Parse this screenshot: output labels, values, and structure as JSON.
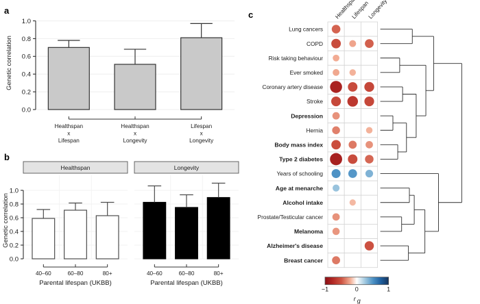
{
  "figure": {
    "panel_a_letter": "a",
    "panel_b_letter": "b",
    "panel_c_letter": "c"
  },
  "chart_data": [
    {
      "id": "panel_a",
      "type": "bar",
      "title": "",
      "xlabel": "",
      "ylabel": "Genetic correlation",
      "ylim": [
        0.0,
        1.05
      ],
      "yticks": [
        "0.0",
        "0.2",
        "0.4",
        "0.6",
        "0.8",
        "1.0"
      ],
      "ytick_values": [
        0.0,
        0.2,
        0.4,
        0.6,
        0.8,
        1.0
      ],
      "grid": true,
      "bar_fill": "#c9c9c9",
      "bar_stroke": "#333333",
      "categories": [
        "Healthspan\nx\nLifespan",
        "Healthspan\nx\nLongevity",
        "Lifespan\nx\nLongevity"
      ],
      "category_lines": [
        [
          "Healthspan",
          "x",
          "Lifespan"
        ],
        [
          "Healthspan",
          "x",
          "Longevity"
        ],
        [
          "Lifespan",
          "x",
          "Longevity"
        ]
      ],
      "values": [
        0.7,
        0.51,
        0.81
      ],
      "err_upper": [
        0.78,
        0.68,
        0.97
      ],
      "err_lower": [
        0.7,
        0.51,
        0.81
      ]
    },
    {
      "id": "panel_b_healthspan",
      "type": "bar",
      "title": "Healthspan",
      "xlabel": "Parental lifespan (UKBB)",
      "ylabel": "Genetic correlation",
      "ylim": [
        0.0,
        1.12
      ],
      "yticks": [
        "0.0",
        "0.2",
        "0.4",
        "0.6",
        "0.8",
        "1.0"
      ],
      "ytick_values": [
        0.0,
        0.2,
        0.4,
        0.6,
        0.8,
        1.0
      ],
      "grid": true,
      "bar_fill": "#ffffff",
      "bar_stroke": "#4d4d4d",
      "categories": [
        "40–60",
        "60–80",
        "80+"
      ],
      "values": [
        0.59,
        0.71,
        0.63
      ],
      "err_upper": [
        0.72,
        0.815,
        0.825
      ],
      "err_lower": [
        0.59,
        0.71,
        0.63
      ]
    },
    {
      "id": "panel_b_longevity",
      "type": "bar",
      "title": "Longevity",
      "xlabel": "Parental lifespan (UKBB)",
      "ylabel": "",
      "ylim": [
        0.0,
        1.12
      ],
      "yticks": [
        "0.0",
        "0.2",
        "0.4",
        "0.6",
        "0.8",
        "1.0"
      ],
      "ytick_values": [
        0.0,
        0.2,
        0.4,
        0.6,
        0.8,
        1.0
      ],
      "grid": true,
      "bar_fill": "#000000",
      "bar_stroke": "#000000",
      "categories": [
        "40–60",
        "60–80",
        "80+"
      ],
      "values": [
        0.825,
        0.75,
        0.895
      ],
      "err_upper": [
        1.065,
        0.935,
        1.105
      ],
      "err_lower": [
        0.825,
        0.75,
        0.895
      ]
    },
    {
      "id": "panel_c",
      "type": "heatmap",
      "title": "",
      "legend_label": "rg",
      "legend_label_main": "r",
      "legend_label_sub": "g",
      "legend_ticks": [
        "−1",
        "0",
        "1"
      ],
      "legend_range": [
        -1,
        1
      ],
      "legend_colors": [
        "#8b0f16",
        "#c0392b",
        "#e8705a",
        "#f7bca6",
        "#ffffff",
        "#a9cfe3",
        "#4a90c4",
        "#1f5f9e",
        "#15355e"
      ],
      "columns": [
        "Healthspan",
        "Lifespan",
        "Longevity"
      ],
      "rows": [
        {
          "label": "Lung cancers",
          "bold": false,
          "values": [
            -0.46,
            null,
            null
          ]
        },
        {
          "label": "COPD",
          "bold": false,
          "values": [
            -0.55,
            -0.28,
            -0.47
          ]
        },
        {
          "label": "Risk taking behaviour",
          "bold": false,
          "values": [
            -0.26,
            null,
            null
          ]
        },
        {
          "label": "Ever smoked",
          "bold": false,
          "values": [
            -0.27,
            -0.24,
            null
          ]
        },
        {
          "label": "Coronary artery disease",
          "bold": false,
          "values": [
            -0.8,
            -0.55,
            -0.58
          ]
        },
        {
          "label": "Stroke",
          "bold": false,
          "values": [
            -0.57,
            -0.66,
            -0.57
          ]
        },
        {
          "label": "Depression",
          "bold": true,
          "values": [
            -0.33,
            null,
            null
          ]
        },
        {
          "label": "Hernia",
          "bold": false,
          "values": [
            -0.38,
            null,
            -0.24
          ]
        },
        {
          "label": "Body mass index",
          "bold": true,
          "values": [
            -0.54,
            -0.4,
            -0.33
          ]
        },
        {
          "label": "Type 2 diabetes",
          "bold": true,
          "values": [
            -0.82,
            -0.55,
            -0.45
          ]
        },
        {
          "label": "Years of schooling",
          "bold": false,
          "values": [
            0.49,
            0.47,
            0.36
          ]
        },
        {
          "label": "Age at menarche",
          "bold": true,
          "values": [
            0.29,
            null,
            null
          ]
        },
        {
          "label": "Alcohol intake",
          "bold": true,
          "values": [
            null,
            -0.22,
            null
          ]
        },
        {
          "label": "Prostate/Testicular cancer",
          "bold": false,
          "values": [
            -0.33,
            null,
            null
          ]
        },
        {
          "label": "Melanoma",
          "bold": true,
          "values": [
            -0.32,
            null,
            null
          ]
        },
        {
          "label": "Alzheimer's disease",
          "bold": true,
          "values": [
            null,
            null,
            -0.52
          ]
        },
        {
          "label": "Breast cancer",
          "bold": true,
          "values": [
            -0.4,
            null,
            null
          ]
        }
      ],
      "dendrogram": {
        "description": "hierarchical clustering of traits, leaves aligned to rows top-to-bottom",
        "merges": [
          {
            "children": [
              0,
              1
            ],
            "height": 0.33
          },
          {
            "children": [
              2,
              3
            ],
            "height": 0.2
          },
          {
            "children": [
              4,
              5
            ],
            "height": 0.23
          },
          {
            "children": [
              6,
              7
            ],
            "height": 0.15
          },
          {
            "children": [
              8,
              9
            ],
            "height": 0.18
          },
          {
            "children": [
              10,
              11
            ],
            "height": 0.42
          },
          {
            "children": [
              12,
              13
            ],
            "height": 0.26
          },
          {
            "children": [
              14,
              15
            ],
            "height": 0.31
          }
        ]
      }
    }
  ]
}
